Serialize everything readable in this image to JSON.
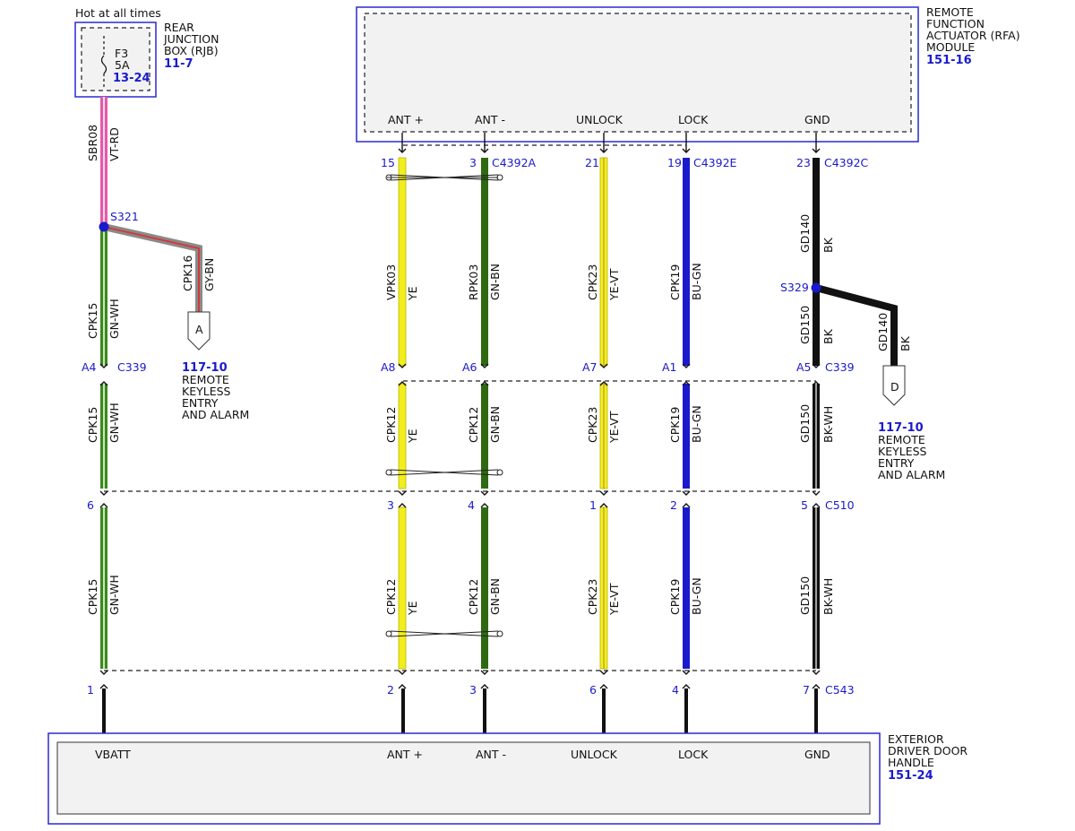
{
  "colors": {
    "yellow": "#f2ee1e",
    "green": "#2d6a12",
    "blue": "#1a1acc",
    "black": "#111111",
    "violet": "#e35aa8",
    "redtrace": "#d23a3a",
    "greytrace": "#8a8a8a",
    "brightgreen": "#3a8a1a"
  },
  "header": {
    "hot": "Hot at all times"
  },
  "rjb": {
    "line1": "REAR",
    "line2": "JUNCTION",
    "line3": "BOX (RJB)",
    "ref": "11-7",
    "fuse_id": "F3",
    "fuse_amp": "5A",
    "fuse_ref": "13-24"
  },
  "rfa": {
    "line1": "REMOTE",
    "line2": "FUNCTION",
    "line3": "ACTUATOR (RFA)",
    "line4": "MODULE",
    "ref": "151-16",
    "pins": {
      "ant_plus": "ANT +",
      "ant_minus": "ANT -",
      "unlock": "UNLOCK",
      "lock": "LOCK",
      "gnd": "GND"
    },
    "pin_nums": {
      "ant_plus": "15",
      "ant_minus": "3",
      "unlock": "21",
      "lock": "19",
      "gnd": "23"
    },
    "connectors": {
      "c1": "C4392A",
      "c2": "C4392E",
      "c3": "C4392C"
    }
  },
  "handle": {
    "line1": "EXTERIOR",
    "line2": "DRIVER DOOR",
    "line3": "HANDLE",
    "ref": "151-24",
    "pins": {
      "vbatt": "VBATT",
      "ant_plus": "ANT +",
      "ant_minus": "ANT -",
      "unlock": "UNLOCK",
      "lock": "LOCK",
      "gnd": "GND"
    }
  },
  "wires": {
    "sbr08": "SBR08",
    "vtrd": "VT-RD",
    "cpk15": "CPK15",
    "gnwh": "GN-WH",
    "cpk16": "CPK16",
    "gybn": "GY-BN",
    "vpk03": "VPK03",
    "ye": "YE",
    "rpk03": "RPK03",
    "gnbn": "GN-BN",
    "cpk23": "CPK23",
    "yevt": "YE-VT",
    "cpk19": "CPK19",
    "bugn": "BU-GN",
    "gd140": "GD140",
    "bk": "BK",
    "gd150": "GD150",
    "bkwh": "BK-WH",
    "cpk12": "CPK12"
  },
  "splices": {
    "s321": "S321",
    "s329": "S329"
  },
  "c339": {
    "label": "C339",
    "a4": "A4",
    "a8": "A8",
    "a6": "A6",
    "a7": "A7",
    "a1": "A1",
    "a5": "A5"
  },
  "c510": {
    "label": "C510",
    "p1": "6",
    "p2": "3",
    "p3": "4",
    "p4": "1",
    "p5": "2",
    "p6": "5"
  },
  "c543": {
    "label": "C543",
    "p1": "1",
    "p2": "2",
    "p3": "3",
    "p4": "6",
    "p5": "4",
    "p6": "7"
  },
  "ref_a": {
    "letter": "A",
    "page": "117-10",
    "line1": "REMOTE",
    "line2": "KEYLESS",
    "line3": "ENTRY",
    "line4": "AND ALARM"
  },
  "ref_d": {
    "letter": "D",
    "page": "117-10",
    "line1": "REMOTE",
    "line2": "KEYLESS",
    "line3": "ENTRY",
    "line4": "AND ALARM"
  }
}
